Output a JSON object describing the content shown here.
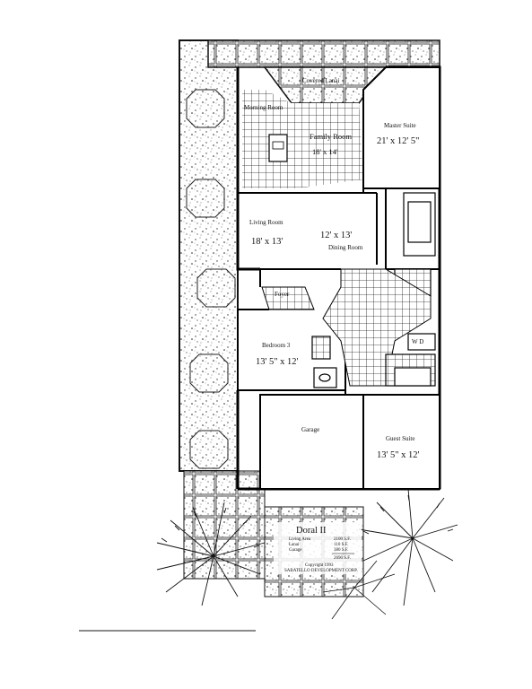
{
  "plan": {
    "rooms": {
      "covered_lanai": "Covered Lanai",
      "morning_room": "Morning Room",
      "family_room": "Family Room",
      "family_room_size": "18' x 14'",
      "master_suite": "Master Suite",
      "master_suite_size": "21' x 12' 5\"",
      "living_room": "Living Room",
      "living_room_size": "18' x 13'",
      "dining_room_size": "12' x 13'",
      "dining_room": "Dining Room",
      "foyer": "Foyer",
      "bedroom3": "Bedroom 3",
      "bedroom3_size": "13' 5\" x 12'",
      "garage": "Garage",
      "guest_suite": "Guest Suite",
      "guest_suite_size": "13' 5\" x 12'",
      "wd": "W  D"
    },
    "title_block": {
      "model": "Doral II",
      "rows": [
        {
          "label": "Living Area",
          "value": "2100 S.F."
        },
        {
          "label": "Lanai",
          "value": "110 S.F."
        },
        {
          "label": "Garage",
          "value": "380 S.F."
        },
        {
          "label": "",
          "value": "2690 S.F."
        }
      ],
      "copyright": "Copyright 1993",
      "builder": "SABATELLO DEVELOPMENT CORP."
    }
  }
}
